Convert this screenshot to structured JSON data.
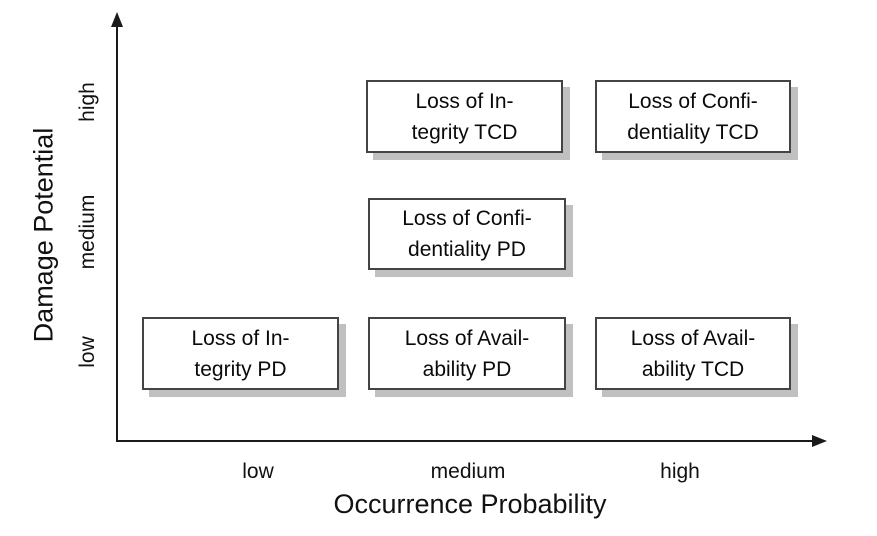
{
  "figure": {
    "background_color": "#ffffff",
    "axis_color": "#1a1a1a",
    "box_border_color": "#444444",
    "box_fill_color": "#ffffff",
    "box_shadow_color": "#c0c0c0",
    "text_color": "#0a0a0a"
  },
  "x_axis": {
    "title": "Occurrence Probability",
    "ticks": {
      "low": "low",
      "medium": "medium",
      "high": "high"
    }
  },
  "y_axis": {
    "title": "Damage Potential",
    "ticks": {
      "low": "low",
      "medium": "medium",
      "high": "high"
    }
  },
  "boxes": {
    "integrity_tcd": {
      "line1": "Loss of In-",
      "line2": "tegrity TCD",
      "occurrence_probability": "medium",
      "damage_potential": "high"
    },
    "confidentiality_tcd": {
      "line1": "Loss of Confi-",
      "line2": "dentiality TCD",
      "occurrence_probability": "high",
      "damage_potential": "high"
    },
    "confidentiality_pd": {
      "line1": "Loss of Confi-",
      "line2": "dentiality PD",
      "occurrence_probability": "medium",
      "damage_potential": "medium"
    },
    "integrity_pd": {
      "line1": "Loss of In-",
      "line2": "tegrity PD",
      "occurrence_probability": "low",
      "damage_potential": "low"
    },
    "availability_pd": {
      "line1": "Loss of Avail-",
      "line2": "ability PD",
      "occurrence_probability": "medium",
      "damage_potential": "low"
    },
    "availability_tcd": {
      "line1": "Loss of Avail-",
      "line2": "ability TCD",
      "occurrence_probability": "high",
      "damage_potential": "low"
    }
  }
}
